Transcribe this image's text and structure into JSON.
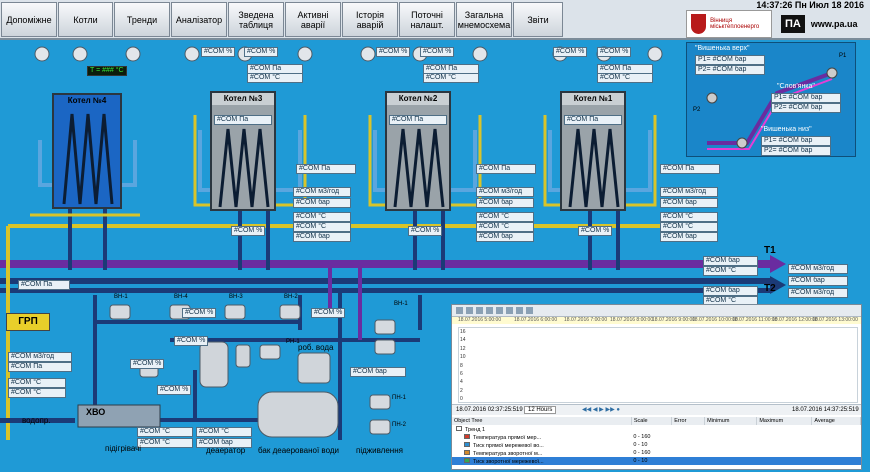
{
  "menu": {
    "items": [
      "Допоміжне",
      "Котли",
      "Тренди",
      "Аналізатор",
      "Зведена таблиця",
      "Активні аварії",
      "Історія аварій",
      "Поточні налашт.",
      "Загальна мнемосхема",
      "Звіти"
    ]
  },
  "header": {
    "clock": "14:37:26 Пн Июл 18 2016",
    "logo_text": "Вінниця міськтеплоенерго",
    "brand_logo": "ПА",
    "brand_site": "www.pa.ua"
  },
  "boilers": {
    "b4": "Котел №4",
    "b3": "Котел №3",
    "b2": "Котел №2",
    "b1": "Котел №1"
  },
  "boiler4_temp": "T = ### °C",
  "tags": {
    "com": "#COM",
    "com_pct": "#COM %",
    "unit_pa": "Па",
    "unit_c": "°C",
    "unit_bar": "бар",
    "unit_m3": "м3/год"
  },
  "map": {
    "upper_vyshenka": "\"Вишенька верх\"",
    "slovianka": "\"Слов'янка\"",
    "lower_vyshenka": "\"Вишенька низ\"",
    "p1": "P1=",
    "p2": "P2=",
    "com": "#COM",
    "bar": "бар",
    "map_p1": "P1",
    "map_p2": "P2"
  },
  "labels": {
    "t1": "T1",
    "t2": "T2",
    "grp": "ГРП",
    "hvo": "ХВО",
    "water_supply": "водопр.",
    "heaters": "підігрівачі",
    "deaerator": "деаератор",
    "deaerated_tank": "бак деаерованої води",
    "makeup": "підживлення",
    "work_water": "роб. вода",
    "pumps": [
      "ВН-1",
      "ВН-4",
      "ВН-3",
      "ВН-2",
      "ВН-1",
      "РН-1",
      "ПН-1",
      "ПН-2"
    ]
  },
  "trend": {
    "times": [
      "18.07.2016 5:00:00",
      "18.07.2016 6:00:00",
      "18.07.2016 7:00:00",
      "18.07.2016 8:00:00",
      "18.07.2016 9:00:00",
      "18.07.2016 10:00:00",
      "18.07.2016 11:00:00",
      "18.07.2016 12:00:00",
      "18.07.2016 13:00:00"
    ],
    "y_ticks": [
      "16",
      "14",
      "12",
      "10",
      "8",
      "6",
      "4",
      "2",
      "0"
    ],
    "start": "18.07.2016 02:37:25:519",
    "span": "12 Hours",
    "end": "18.07.2016 14:37:25:519",
    "columns": [
      "Object Tree",
      "Scale",
      "Error",
      "Minimum",
      "Maximum",
      "Average"
    ],
    "rows": [
      {
        "name": "Тренд 1",
        "scale": "",
        "color": "#ffffff"
      },
      {
        "name": "Температура прямої мер...",
        "scale": "0 - 160",
        "color": "#d23c2c"
      },
      {
        "name": "Тиск прямої мережевої во...",
        "scale": "0 - 10",
        "color": "#2c8fd2"
      },
      {
        "name": "Температура зворотної м...",
        "scale": "0 - 160",
        "color": "#d28a2c"
      },
      {
        "name": "Тиск зворотної мережевої...",
        "scale": "0 - 10",
        "color": "#33a852"
      }
    ]
  }
}
